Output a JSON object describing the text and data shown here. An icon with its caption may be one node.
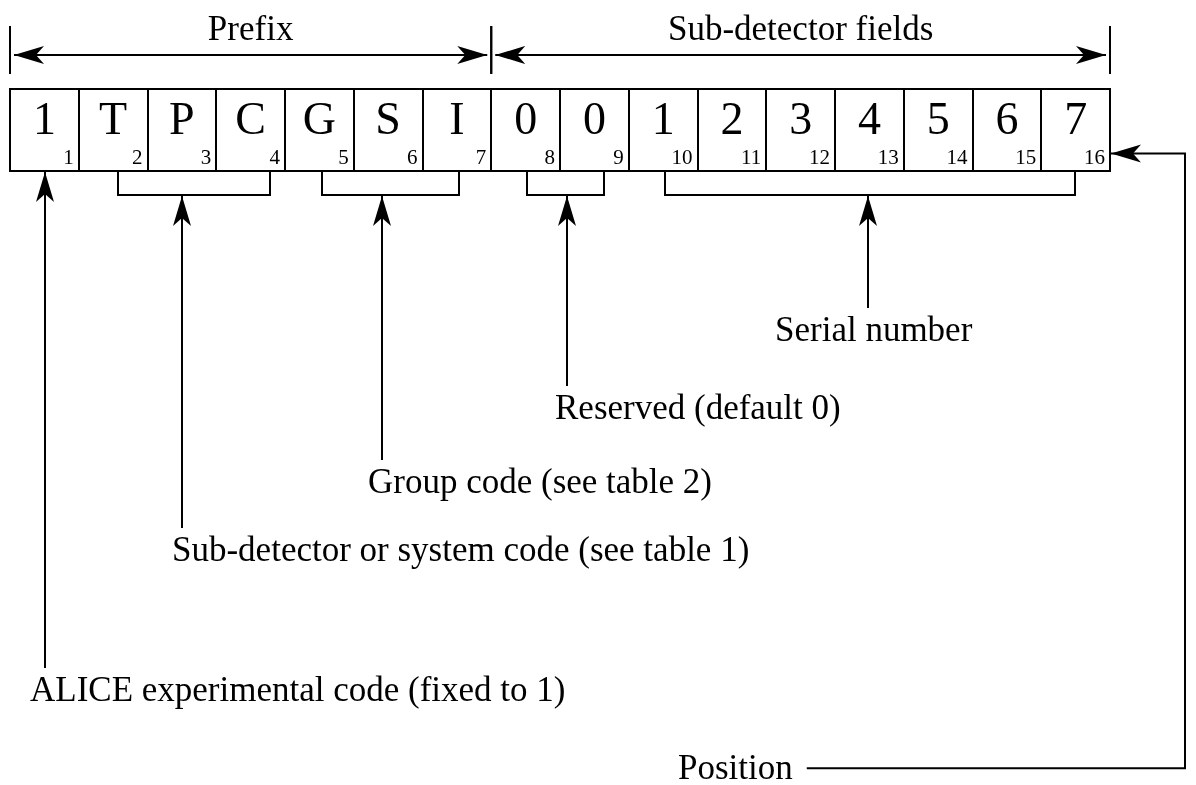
{
  "diagram": {
    "nodes": [
      {
        "text": [
          "1",
          "1"
        ]
      },
      {
        "text": [
          "T",
          "2"
        ]
      },
      {
        "text": [
          "P",
          "3"
        ]
      },
      {
        "text": [
          "C",
          "4"
        ]
      },
      {
        "text": [
          "G",
          "5"
        ]
      },
      {
        "text": [
          "S",
          "6"
        ]
      },
      {
        "text": [
          "I",
          "7"
        ]
      },
      {
        "text": [
          "0",
          "8"
        ]
      },
      {
        "text": [
          "0",
          "9"
        ]
      },
      {
        "text": [
          "1",
          "10"
        ]
      },
      {
        "text": [
          "2",
          "11"
        ]
      },
      {
        "text": [
          "3",
          "12"
        ]
      },
      {
        "text": [
          "4",
          "13"
        ]
      },
      {
        "text": [
          "5",
          "14"
        ]
      },
      {
        "text": [
          "6",
          "15"
        ]
      },
      {
        "text": [
          "7",
          "16"
        ]
      },
      {
        "text": [],
        "shape": "bracket"
      },
      {
        "text": [],
        "shape": "bracket"
      },
      {
        "text": [],
        "shape": "bracket"
      },
      {
        "text": [],
        "shape": "bracket"
      },
      {
        "text": [
          "Serial number"
        ]
      },
      {
        "text": [
          "Reserved (default 0)"
        ]
      },
      {
        "text": [
          "Group code (see table 2)"
        ]
      },
      {
        "text": [
          "Sub-detector or system code (see table 1)"
        ]
      },
      {
        "text": [
          "ALICE experimental code (fixed to 1)"
        ]
      },
      {
        "text": [
          "Position"
        ]
      }
    ],
    "edges": [
      {
        "from": 24,
        "to": 0,
        "arrow": "to"
      },
      {
        "from": 23,
        "to": 16,
        "arrow": "to"
      },
      {
        "from": 22,
        "to": 17,
        "arrow": "to"
      },
      {
        "from": 21,
        "to": 18,
        "arrow": "to"
      },
      {
        "from": 20,
        "to": 19,
        "arrow": "to"
      },
      {
        "from": 25,
        "to": 15,
        "arrow": "to"
      }
    ],
    "labels": [
      "Prefix",
      "Sub-detector fields"
    ]
  }
}
